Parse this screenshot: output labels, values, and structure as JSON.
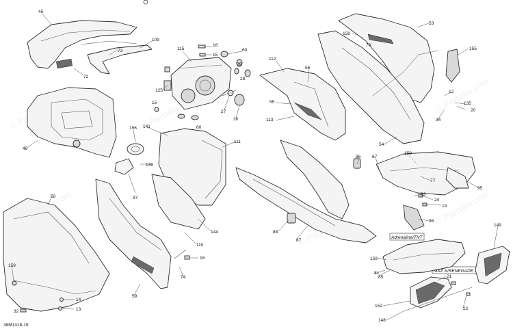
{
  "diagram": {
    "doc_id": "38M1318-19",
    "watermark": "© Partzilla.com",
    "model_labels": [
      "Adrenaline/TNT",
      "MXZ X/RENEGADE X"
    ],
    "callouts": [
      "45",
      "109",
      "73",
      "72",
      "115",
      "16",
      "15",
      "60",
      "29",
      "112",
      "28",
      "56",
      "125",
      "27",
      "30",
      "55",
      "113",
      "15",
      "60",
      "159",
      "53",
      "70",
      "155",
      "12",
      "135",
      "34",
      "20",
      "54",
      "46",
      "156",
      "141",
      "111",
      "139",
      "97",
      "86",
      "67",
      "159",
      "77",
      "95",
      "23",
      "24",
      "19",
      "96",
      "58",
      "144",
      "110",
      "88",
      "87",
      "149",
      "159",
      "85",
      "81",
      "16",
      "74",
      "159",
      "14",
      "13",
      "32",
      "59",
      "21",
      "152",
      "22",
      "148"
    ]
  }
}
